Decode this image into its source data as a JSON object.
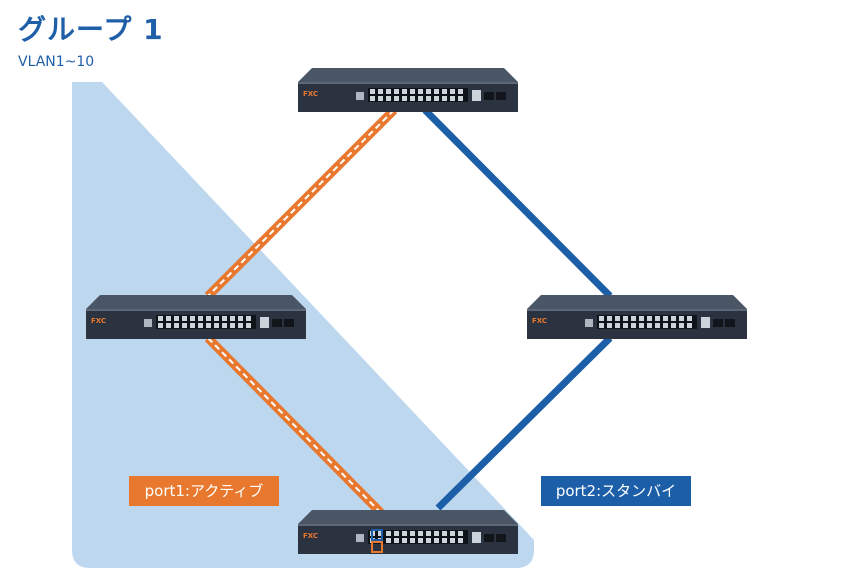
{
  "header": {
    "title": "グループ 1",
    "subtitle": "VLAN1~10"
  },
  "colors": {
    "active_link": "#e9782f",
    "standby_link": "#1c5fa8",
    "group_area": "#bcd7ee",
    "switch_body": "#2c3340"
  },
  "switches": [
    {
      "id": "top",
      "logo": "FXC"
    },
    {
      "id": "left",
      "logo": "FXC"
    },
    {
      "id": "right",
      "logo": "FXC"
    },
    {
      "id": "bottom",
      "logo": "FXC"
    }
  ],
  "links": {
    "active_label": "port1:アクティブ",
    "standby_label": "port2:スタンバイ"
  }
}
